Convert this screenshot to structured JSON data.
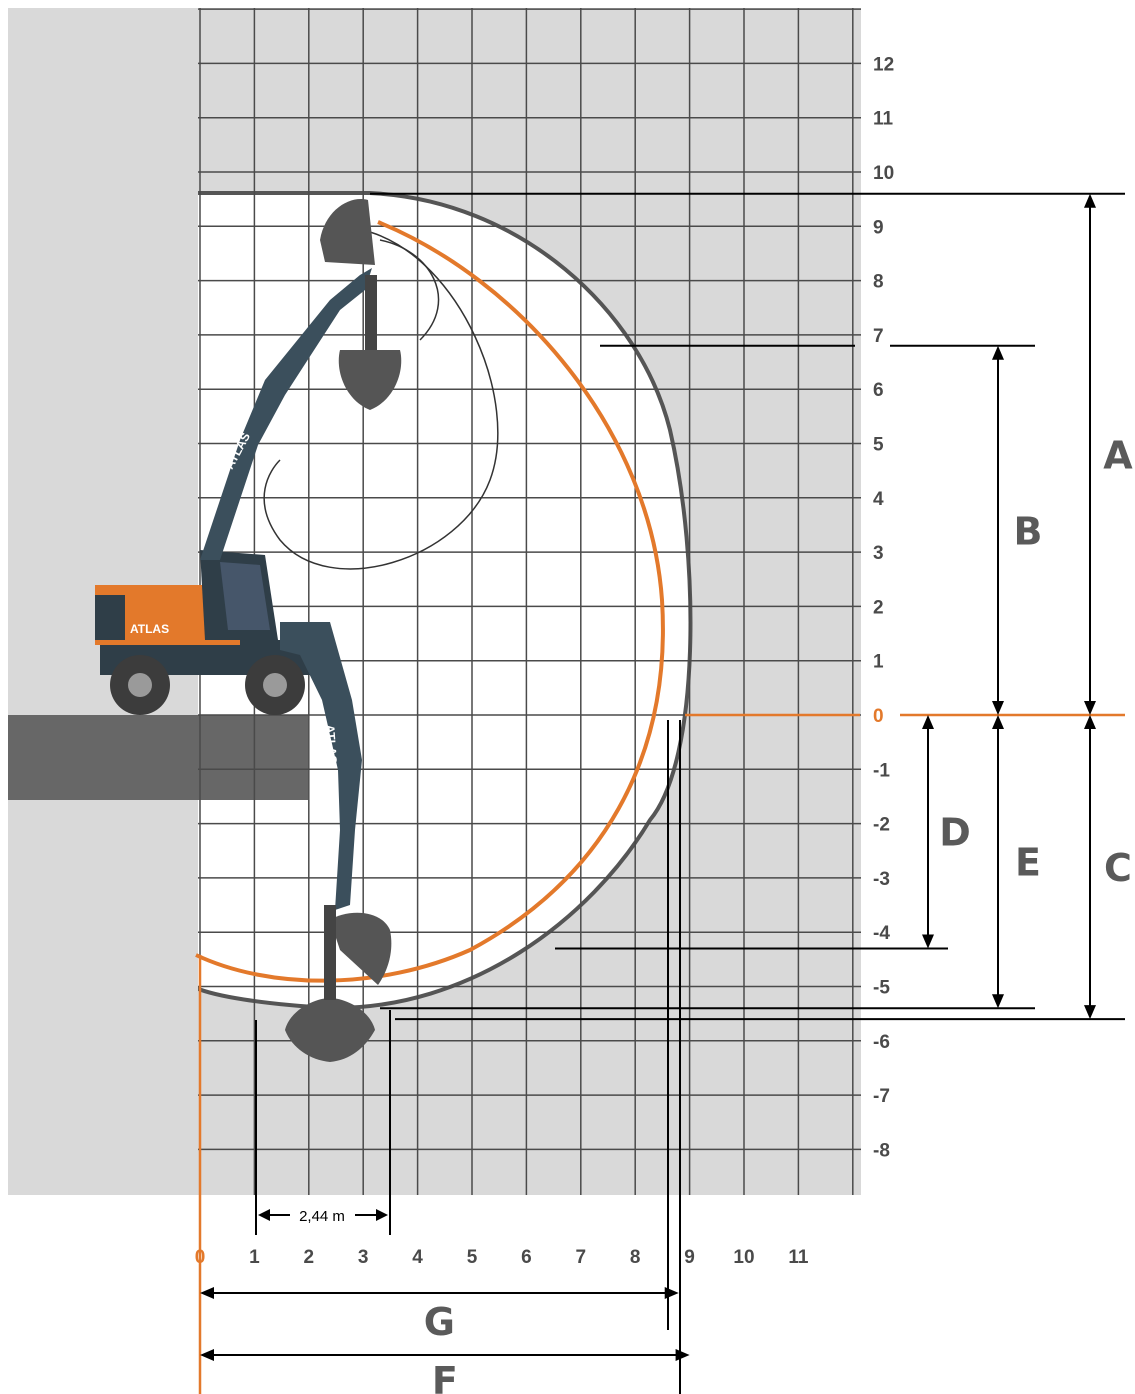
{
  "diagram": {
    "grid": {
      "x_min": 0,
      "x_max": 12,
      "y_min": -9,
      "y_max": 13
    },
    "x_ticks": [
      "0",
      "1",
      "2",
      "3",
      "4",
      "5",
      "6",
      "7",
      "8",
      "9",
      "10",
      "11"
    ],
    "y_ticks": [
      "12",
      "11",
      "10",
      "9",
      "8",
      "7",
      "6",
      "5",
      "4",
      "3",
      "2",
      "1",
      "0",
      "-1",
      "-2",
      "-3",
      "-4",
      "-5",
      "-6",
      "-7",
      "-8"
    ],
    "zero_label": "0",
    "dimensions": [
      {
        "id": "A",
        "label": "A",
        "from": 0,
        "to": 9.6
      },
      {
        "id": "B",
        "label": "B",
        "from": 0,
        "to": 6.8
      },
      {
        "id": "C",
        "label": "C",
        "from": -5.6,
        "to": 0
      },
      {
        "id": "D",
        "label": "D",
        "from": -4.3,
        "to": 0
      },
      {
        "id": "E",
        "label": "E",
        "from": -5.4,
        "to": 0
      },
      {
        "id": "G",
        "label": "G",
        "from": 0,
        "to": 8.8
      },
      {
        "id": "F",
        "label": "F",
        "from": 0,
        "to": 9.0
      }
    ],
    "offset_measure": {
      "label": "2,44 m",
      "from": 1.0,
      "to": 3.44
    },
    "machine": {
      "brand": "ATLAS",
      "body_color": "#e3792b",
      "boom_color": "#3b4f5c"
    },
    "colors": {
      "accent": "#e3792b",
      "grid": "#4a4a4a",
      "background": "#d9d9d9",
      "ground": "#676767"
    }
  }
}
